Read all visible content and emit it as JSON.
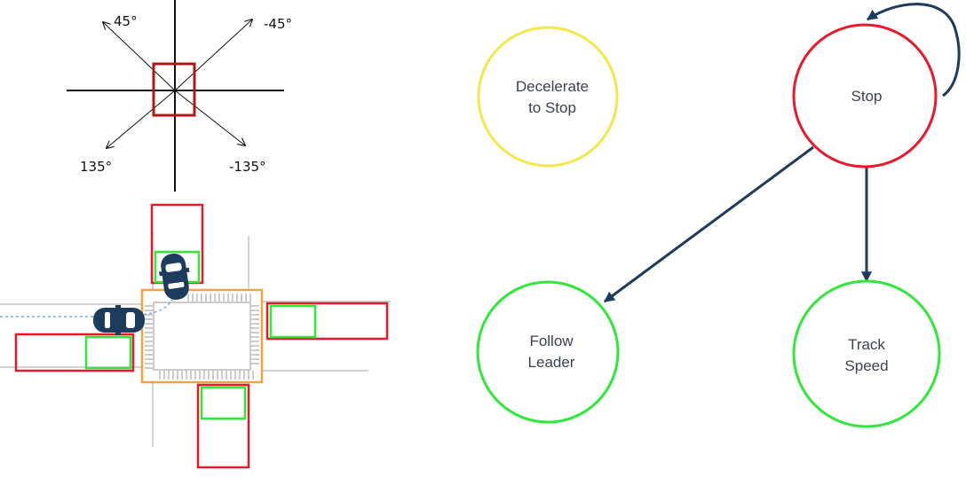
{
  "angle_legend": {
    "labels": {
      "upper_left": "45°",
      "upper_right": "-45°",
      "lower_left": "135°",
      "lower_right": "-135°"
    }
  },
  "state_machine": {
    "states": {
      "decelerate": {
        "line1": "Decelerate",
        "line2": "to Stop",
        "color": "#f2e84a"
      },
      "stop": {
        "line1": "Stop",
        "color": "#e8192c"
      },
      "follow": {
        "line1": "Follow",
        "line2": "Leader",
        "color": "#2fe83a"
      },
      "track": {
        "line1": "Track",
        "line2": "Speed",
        "color": "#2fe83a"
      }
    },
    "transitions": [
      "stop→stop",
      "stop→follow-leader",
      "stop→track-speed"
    ],
    "edge_color": "#1d3b5c"
  },
  "intersection": {
    "colors": {
      "zone": "#e8192c",
      "car_box": "#2fe83a",
      "junction": "#f2a43a",
      "car": "#1d3b5c",
      "path": "#7fa8cc"
    }
  }
}
